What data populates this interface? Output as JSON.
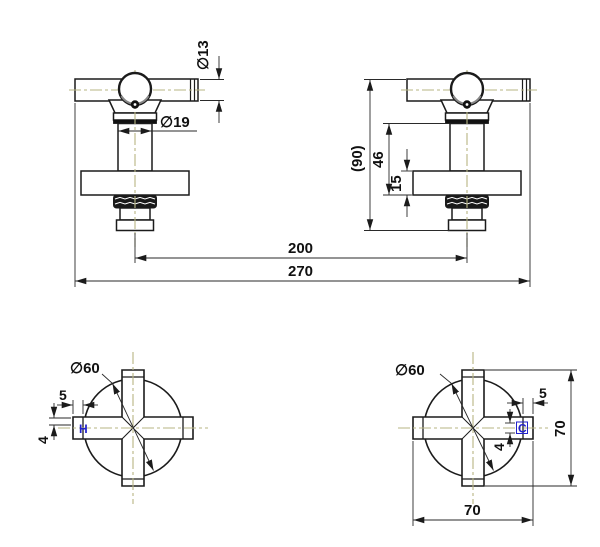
{
  "drawing": {
    "type": "technical-dimension-drawing",
    "subject": "wall-top-assembly cross-handle taps, front elevation and two plan views",
    "colors": {
      "line": "#1b1b1b",
      "thin_line": "#2a2a2a",
      "centerline": "#b7b583",
      "indicator_blue": "#2222cc",
      "background": "#ffffff"
    },
    "front_view": {
      "dims": {
        "bar_diameter": "∅13",
        "stem_diameter": "∅19",
        "height_ref": "(90)",
        "stem_height": "46",
        "flange_thickness": "15",
        "center_spacing": "200",
        "overall_width": "270"
      }
    },
    "plan_left": {
      "dims": {
        "handle_diameter": "∅60",
        "insert_width": "5",
        "insert_height": "4"
      },
      "indicator": "H"
    },
    "plan_right": {
      "dims": {
        "handle_diameter": "∅60",
        "insert_width": "5",
        "insert_height": "4",
        "span_width": "70",
        "span_height": "70"
      },
      "indicator": "C"
    }
  }
}
